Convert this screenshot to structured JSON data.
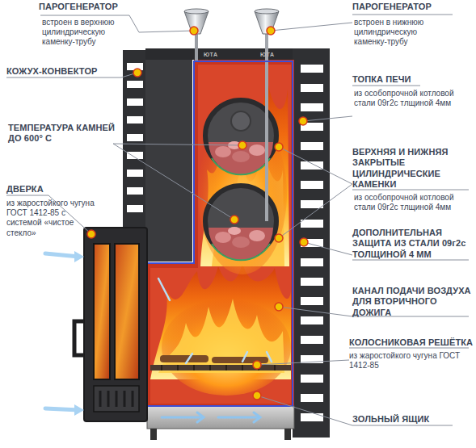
{
  "diagram": {
    "labels": [
      "ПАРОГЕНЕРАТОР",
      "встроен в верхнюю цилиндрическую каменку-трубу",
      "ПАРОГЕНЕРАТОР",
      "встроен в нижнюю цилиндрическую каменку-трубу",
      "КОЖУХ-КОНВЕКТОР",
      "ТЕМПЕРАТУРА КАМНЕЙ ДО 600° С",
      "ДВЕРКА",
      "из жаростойкого чугуна ГОСТ 1412-85 с системой «чистое стекло»",
      "ТОПКА ПЕЧИ",
      "из особопрочной котловой стали 09г2с тлщиной 4мм",
      "ВЕРХНЯЯ И НИЖНЯЯ ЗАКРЫТЫЕ ЦИЛИНДРИЧЕСКИЕ КАМЕНКИ",
      "из особопрочной котловой стали 09г2с тлщиной 4мм",
      "ДОПОЛНИТЕЛЬНАЯ ЗАЩИТА ИЗ СТАЛИ 09г2с ТОЛЩИНОЙ 4 ММ",
      "КАНАЛ ПОДАЧИ ВОЗДУХА ДЛЯ ВТОРИЧНОГО ДОЖИГА",
      "КОЛОСНИКОВАЯ РЕШЁТКА",
      "из жаростойкого чугуна ГОСТ 1412-85",
      "ЗОЛЬНЫЙ ЯЩИК",
      "ЮТА",
      "ЮТА"
    ]
  }
}
